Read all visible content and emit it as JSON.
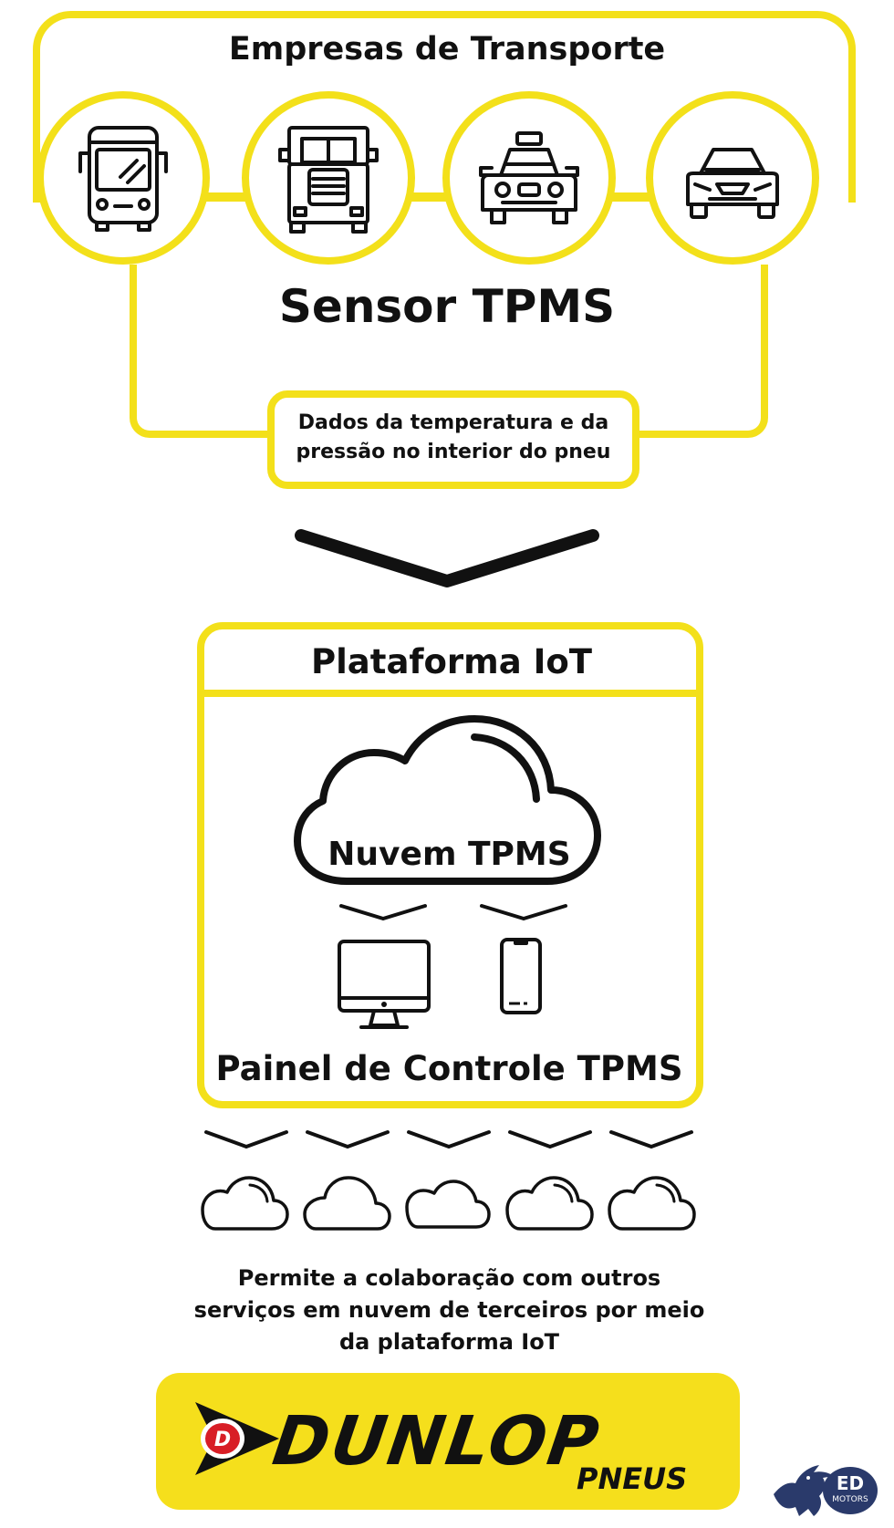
{
  "top": {
    "title": "Empresas de Transporte",
    "vehicles": [
      {
        "icon": "bus-icon"
      },
      {
        "icon": "truck-icon"
      },
      {
        "icon": "taxi-icon"
      },
      {
        "icon": "car-icon"
      }
    ],
    "sensor_label": "Sensor TPMS",
    "data_box_text": "Dados da temperatura e da pressão no interior do pneu"
  },
  "platform": {
    "title": "Plataforma IoT",
    "cloud_label": "Nuvem TPMS",
    "devices": [
      {
        "icon": "monitor-icon"
      },
      {
        "icon": "smartphone-icon"
      }
    ],
    "panel_label": "Painel de Controle TPMS"
  },
  "third_party": {
    "clouds": [
      "cloud-icon",
      "cloud-icon",
      "cloud-icon",
      "cloud-icon",
      "cloud-icon"
    ],
    "description": "Permite a colaboração com outros serviços em nuvem de terceiros por meio da plataforma IoT"
  },
  "brand": {
    "name": "DUNLOP",
    "sub": "PNEUS",
    "badge_text": "ED",
    "badge_sub": "MOTORS"
  },
  "colors": {
    "accent_yellow": "#f3e01a",
    "logo_yellow": "#f5df1c",
    "text": "#111111",
    "logo_red": "#d81e26"
  }
}
